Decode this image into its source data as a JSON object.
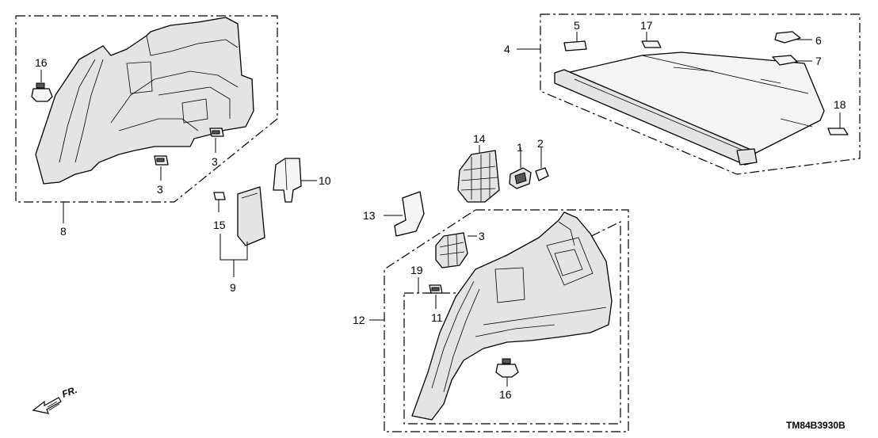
{
  "diagram_code": "TM84B3930B",
  "direction_label": "FR.",
  "callouts": [
    {
      "id": "c16a",
      "text": "16"
    },
    {
      "id": "c3a",
      "text": "3"
    },
    {
      "id": "c3b",
      "text": "3"
    },
    {
      "id": "c8",
      "text": "8"
    },
    {
      "id": "c10",
      "text": "10"
    },
    {
      "id": "c15",
      "text": "15"
    },
    {
      "id": "c9",
      "text": "9"
    },
    {
      "id": "c4",
      "text": "4"
    },
    {
      "id": "c5",
      "text": "5"
    },
    {
      "id": "c17",
      "text": "17"
    },
    {
      "id": "c6",
      "text": "6"
    },
    {
      "id": "c7",
      "text": "7"
    },
    {
      "id": "c18",
      "text": "18"
    },
    {
      "id": "c14",
      "text": "14"
    },
    {
      "id": "c1",
      "text": "1"
    },
    {
      "id": "c2",
      "text": "2"
    },
    {
      "id": "c13",
      "text": "13"
    },
    {
      "id": "c12",
      "text": "12"
    },
    {
      "id": "c19",
      "text": "19"
    },
    {
      "id": "c3c",
      "text": "3"
    },
    {
      "id": "c11",
      "text": "11"
    },
    {
      "id": "c16b",
      "text": "16"
    }
  ]
}
